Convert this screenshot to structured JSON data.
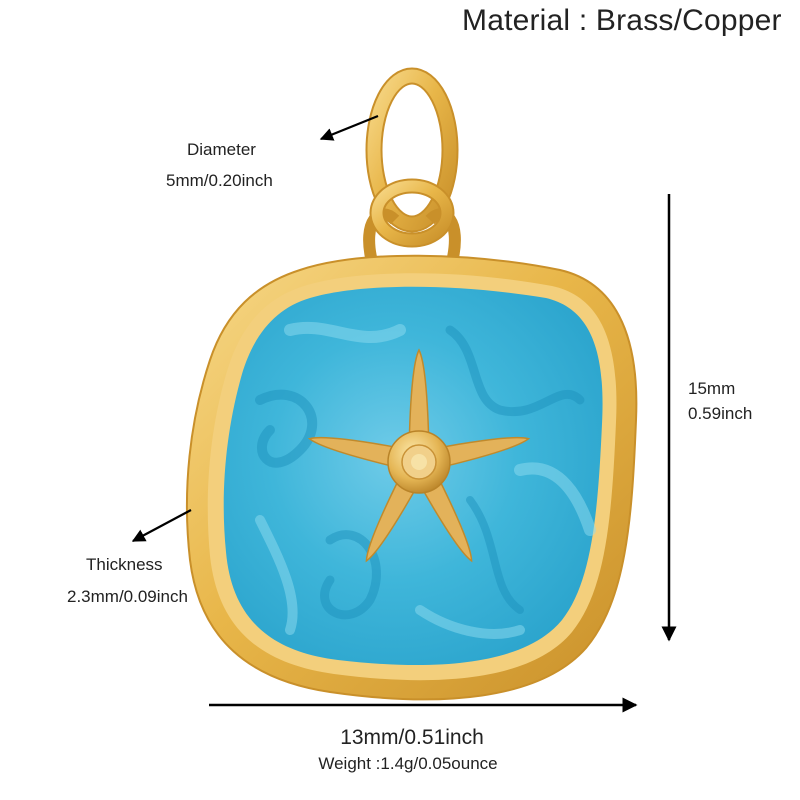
{
  "title": "Material : Brass/Copper",
  "annotations": {
    "diameter": {
      "label": "Diameter",
      "value": "5mm/0.20inch"
    },
    "height": {
      "value_mm": "15mm",
      "value_inch": "0.59inch"
    },
    "thickness": {
      "label": "Thickness",
      "value": "2.3mm/0.09inch"
    },
    "width": {
      "value": "13mm/0.51inch"
    },
    "weight": {
      "value": "Weight :1.4g/0.05ounce"
    }
  },
  "product": {
    "type": "pendant charm",
    "motif": "starfish",
    "colors": {
      "gold": "#E8B649",
      "gold_dark": "#C9902A",
      "gold_light": "#F7D98A",
      "enamel": "#3FB6DA",
      "enamel_light": "#7FD3EC",
      "enamel_dark": "#1E93BE"
    }
  }
}
